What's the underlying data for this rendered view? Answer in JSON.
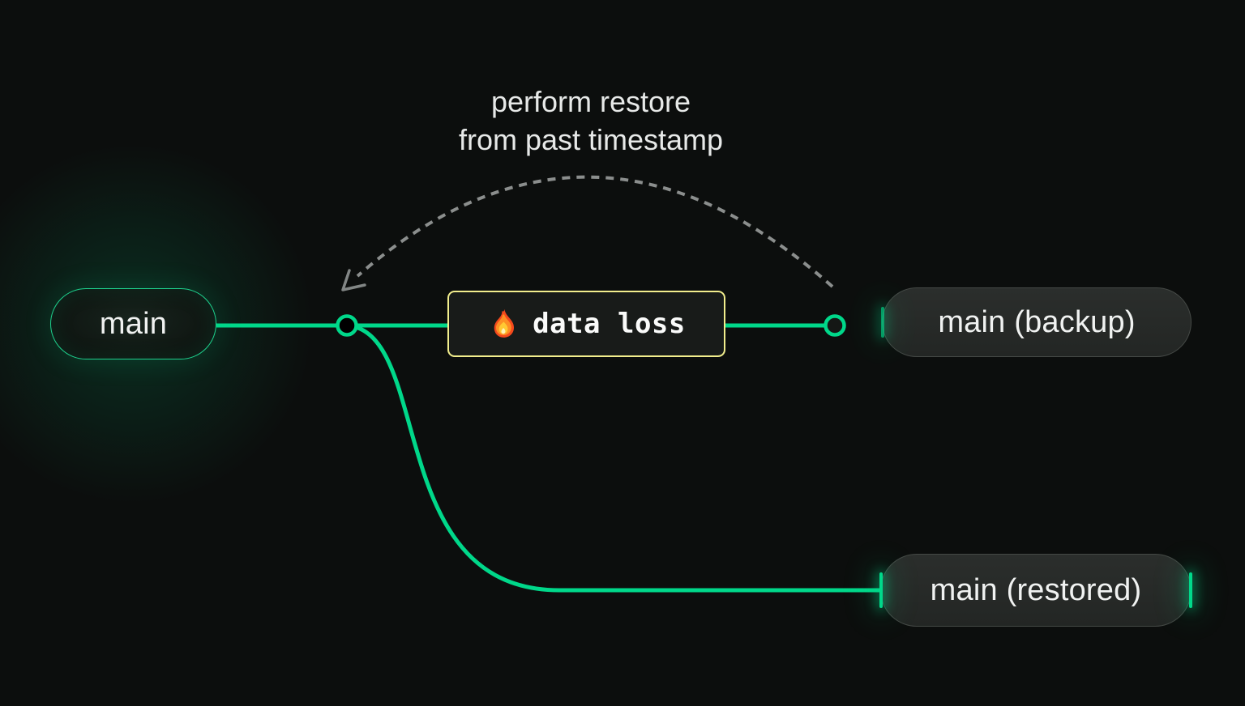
{
  "colors": {
    "background": "#0c0e0d",
    "branch_green": "#00d88a",
    "badge_border_yellow": "#f2ee8d",
    "dashed_arc_gray": "#8b8e8d",
    "gray_pill_fill": "#282b29",
    "gray_pill_border": "#454946",
    "label_text": "#f0f2f1"
  },
  "annotation": {
    "line1": "perform restore",
    "line2": "from past timestamp"
  },
  "nodes": {
    "main": {
      "label": "main"
    },
    "data_loss": {
      "label": "data loss",
      "icon": "fire-icon"
    },
    "backup": {
      "label": "main (backup)"
    },
    "restored": {
      "label": "main (restored)"
    }
  }
}
